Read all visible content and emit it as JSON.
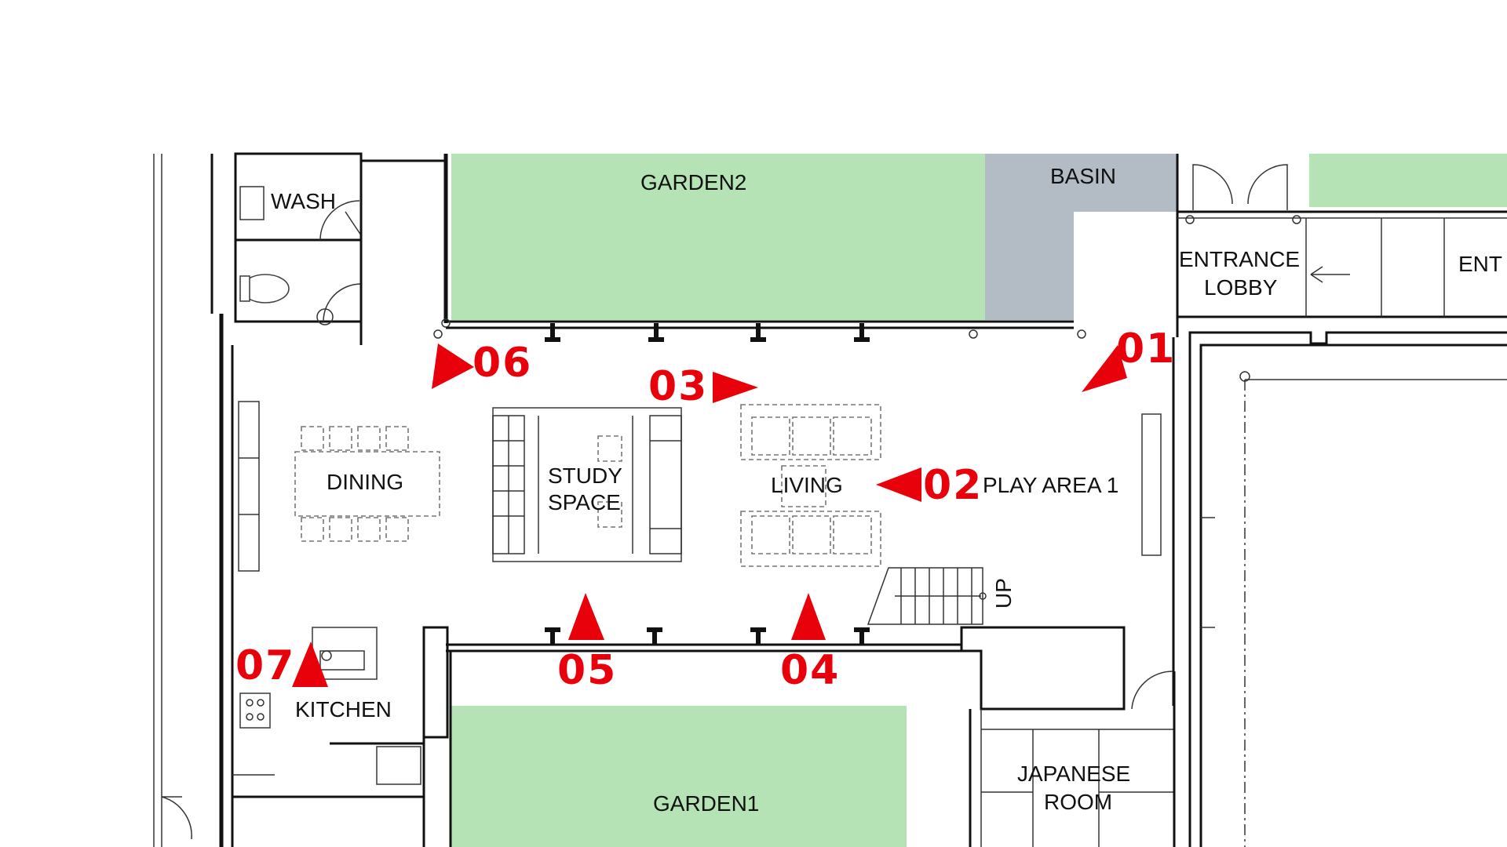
{
  "rooms": {
    "wash": "WASH",
    "garden2": "GARDEN2",
    "basin": "BASIN",
    "entrance_lobby_line1": "ENTRANCE",
    "entrance_lobby_line2": "LOBBY",
    "entrance_partial": "ENT",
    "dining": "DINING",
    "study_line1": "STUDY",
    "study_line2": "SPACE",
    "living": "LIVING",
    "play_area": "PLAY AREA 1",
    "stair_up": "UP",
    "kitchen": "KITCHEN",
    "garden1": "GARDEN1",
    "japanese_line1": "JAPANESE",
    "japanese_line2": "ROOM"
  },
  "viewpoints": [
    "01",
    "02",
    "03",
    "04",
    "05",
    "06",
    "07"
  ],
  "colors": {
    "garden": "#b5e3b5",
    "basin": "#b3bcc5",
    "marker": "#e8000b",
    "wall": "#111111"
  }
}
